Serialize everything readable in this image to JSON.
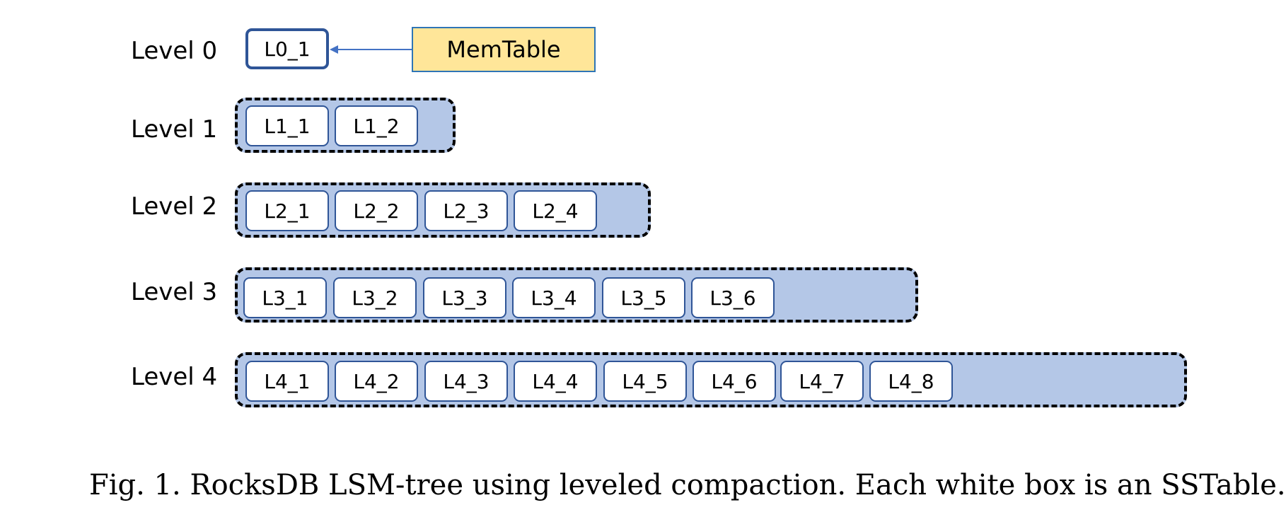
{
  "levels": [
    {
      "label": "Level 0",
      "sstables": [
        "L0_1"
      ]
    },
    {
      "label": "Level 1",
      "sstables": [
        "L1_1",
        "L1_2"
      ]
    },
    {
      "label": "Level 2",
      "sstables": [
        "L2_1",
        "L2_2",
        "L2_3",
        "L2_4"
      ]
    },
    {
      "label": "Level 3",
      "sstables": [
        "L3_1",
        "L3_2",
        "L3_3",
        "L3_4",
        "L3_5",
        "L3_6"
      ]
    },
    {
      "label": "Level 4",
      "sstables": [
        "L4_1",
        "L4_2",
        "L4_3",
        "L4_4",
        "L4_5",
        "L4_6",
        "L4_7",
        "L4_8"
      ]
    }
  ],
  "memtable": {
    "label": "MemTable"
  },
  "caption": "Fig. 1.  RocksDB LSM-tree using leveled compaction. Each white box is an SSTable.",
  "colors": {
    "level_fill": "#b4c7e7",
    "memtable_fill": "#ffe699",
    "sstable_border": "#2f5597",
    "arrow": "#4472c4"
  }
}
